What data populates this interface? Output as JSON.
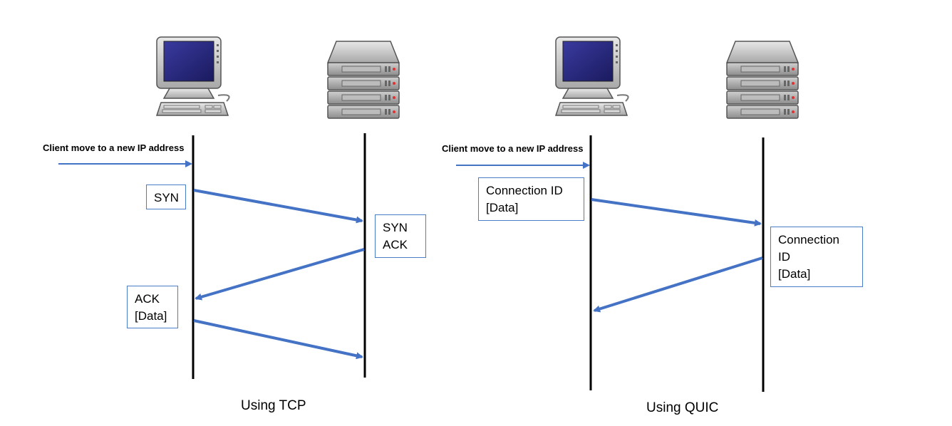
{
  "colors": {
    "arrow": "#4472c4",
    "box_border": "#4a7ec9",
    "timeline": "#000000"
  },
  "icons": [
    "client-computer-icon",
    "server-rack-icon"
  ],
  "tcp": {
    "event_note": "Client move to a new IP address",
    "syn": "SYN",
    "synack_line1": "SYN",
    "synack_line2": "ACK",
    "ack_line1": "ACK",
    "ack_line2": "[Data]",
    "caption": "Using TCP"
  },
  "quic": {
    "event_note": "Client move to a new IP address",
    "client_line1": "Connection ID",
    "client_line2": "[Data]",
    "server_line1": "Connection",
    "server_line2": "ID",
    "server_line3": "[Data]",
    "caption": "Using QUIC"
  }
}
